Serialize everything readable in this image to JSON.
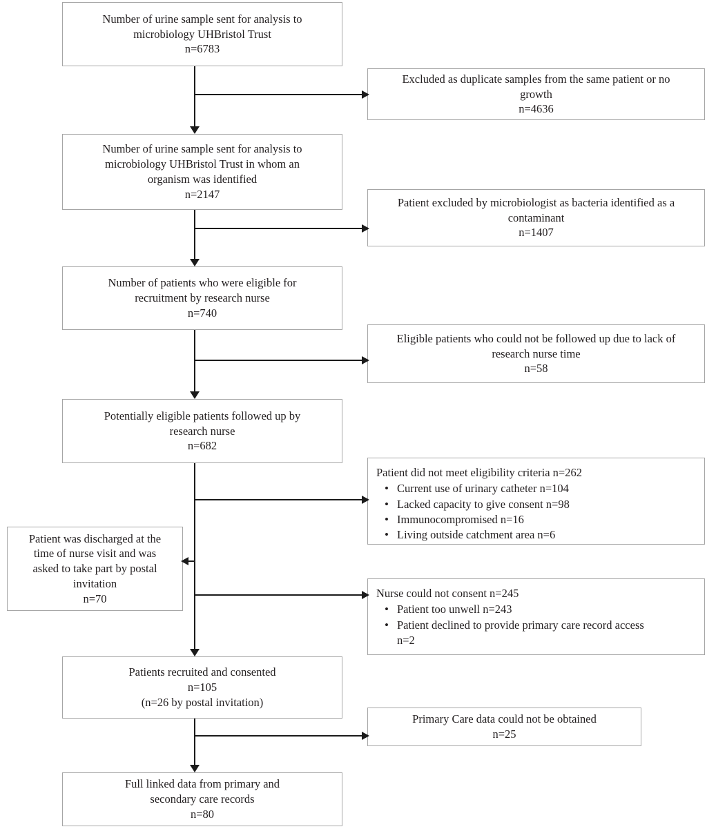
{
  "diagram": {
    "title": "Study recruitment and data linkage flow",
    "type": "flowchart",
    "line_color": "#1a1a1a",
    "box_border_color": "#a6a6a6",
    "background": "#ffffff"
  },
  "main_nodes": [
    {
      "id": "samples-sent",
      "lines": [
        "Number of urine sample sent for analysis to",
        "microbiology UHBristol Trust",
        "n=6783"
      ],
      "n": 6783
    },
    {
      "id": "organism-identified",
      "lines": [
        "Number of urine sample sent for analysis to",
        "microbiology UHBristol Trust in whom an",
        "organism was identified",
        "n=2147"
      ],
      "n": 2147
    },
    {
      "id": "eligible-for-recruitment",
      "lines": [
        "Number of patients who were eligible for",
        "recruitment by research nurse",
        "n=740"
      ],
      "n": 740
    },
    {
      "id": "followed-up",
      "lines": [
        "Potentially eligible patients followed up by",
        "research nurse",
        "n=682"
      ],
      "n": 682
    },
    {
      "id": "recruited-consented",
      "lines": [
        "Patients recruited and consented",
        "n=105",
        "(n=26 by postal invitation)"
      ],
      "n": 105
    },
    {
      "id": "full-linked-data",
      "lines": [
        "Full linked data from primary and",
        "secondary care records",
        "n=80"
      ],
      "n": 80
    }
  ],
  "exclusion_nodes": [
    {
      "id": "excluded-duplicates",
      "lines": [
        "Excluded as duplicate samples from the same patient or no",
        "growth",
        "n=4636"
      ],
      "n": 4636
    },
    {
      "id": "excluded-contaminant",
      "lines": [
        "Patient excluded by microbiologist as bacteria identified as a",
        "contaminant",
        "n=1407"
      ],
      "n": 1407
    },
    {
      "id": "excluded-nurse-time",
      "lines": [
        "Eligible patients who could not be followed up due to lack of",
        "research nurse time",
        "n=58"
      ],
      "n": 58
    },
    {
      "id": "primary-care-data-not-obtained",
      "lines": [
        "Primary Care data could not be obtained",
        "n=25"
      ],
      "n": 25
    }
  ],
  "eligibility_criteria_node": {
    "id": "not-meet-eligibility",
    "heading": "Patient did not meet eligibility criteria n=262",
    "n": 262,
    "bullets": [
      "Current use of urinary catheter n=104",
      "Lacked capacity to give consent n=98",
      "Immunocompromised n=16",
      "Living outside catchment area n=6"
    ]
  },
  "nurse_consent_node": {
    "id": "nurse-could-not-consent",
    "heading": "Nurse could not consent n=245",
    "n": 245,
    "bullets": [
      "Patient too unwell  n=243",
      "Patient declined to provide primary care record access n=2"
    ],
    "bullet_wrap": {
      "second_bullet_line1": "Patient declined to provide primary care record access",
      "second_bullet_line2": "n=2"
    }
  },
  "side_node": {
    "id": "postal-invitation",
    "lines": [
      "Patient was discharged at the",
      "time of nurse visit and was",
      "asked to take part by postal",
      "invitation",
      "n=70"
    ],
    "n": 70
  }
}
